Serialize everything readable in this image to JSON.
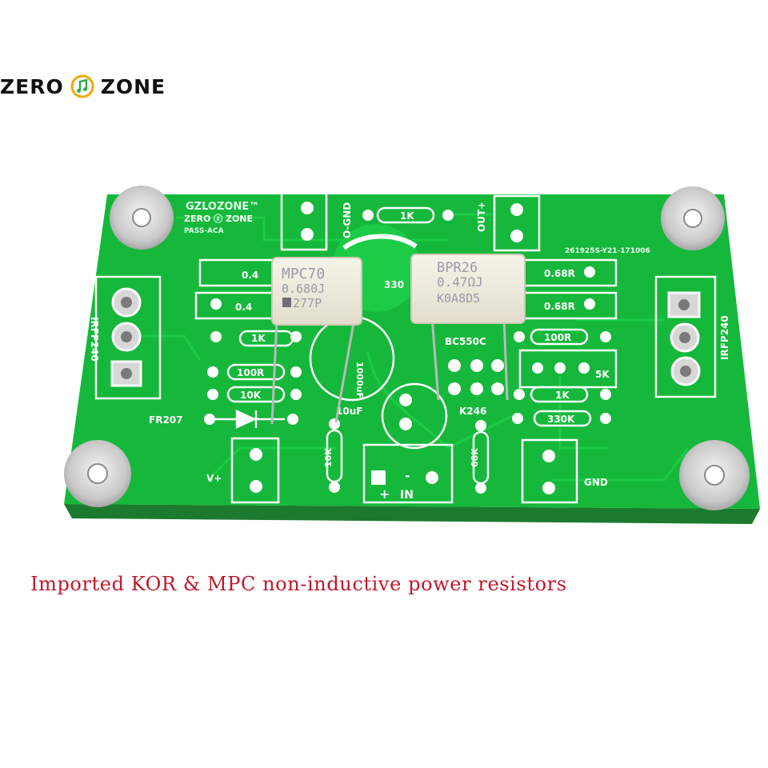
{
  "logo": {
    "left_word": "ZERO",
    "right_word": "ZONE"
  },
  "caption": "Imported KOR & MPC non-inductive power resistors",
  "pcb": {
    "brand": "GZLOZONE™",
    "brand_sub": "ZERO ⓩ ZONE",
    "model": "PASS-ACA",
    "serial": "261925S-Y21-171006",
    "labels": {
      "ogndt": "O-GND",
      "out": "OUT+",
      "left_fet": "IRFP240",
      "right_fet": "IRFP240",
      "diode": "FR207",
      "vplus": "V+",
      "in": "IN",
      "in_plus": "+",
      "in_minus": "-",
      "gnd": "GND",
      "bc": "BC550C",
      "k246": "K246",
      "cap_small": "10uF",
      "cap_big": "1000uF",
      "r_1k_top": "1K",
      "r_068_a": "0.68R",
      "r_068_b": "0.68R",
      "r_04_a": "0.4",
      "r_04_b": "0.4",
      "r_330": "330",
      "r_1k_left": "1K",
      "r_100r_left": "100R",
      "r_10k_left": "10K",
      "r_100r_right": "100R",
      "r_5k": "5K",
      "r_1k_right": "1K",
      "r_330k": "330K",
      "r_10k_v": "10K",
      "r_68k_v": "68K"
    }
  },
  "resistor_mpc": {
    "line1": "MPC70",
    "line2": "0.680J",
    "line3": "277P"
  },
  "resistor_kor": {
    "line1": "BPR26",
    "line2": "0.47ΩJ",
    "line3": "K0A8D5"
  }
}
